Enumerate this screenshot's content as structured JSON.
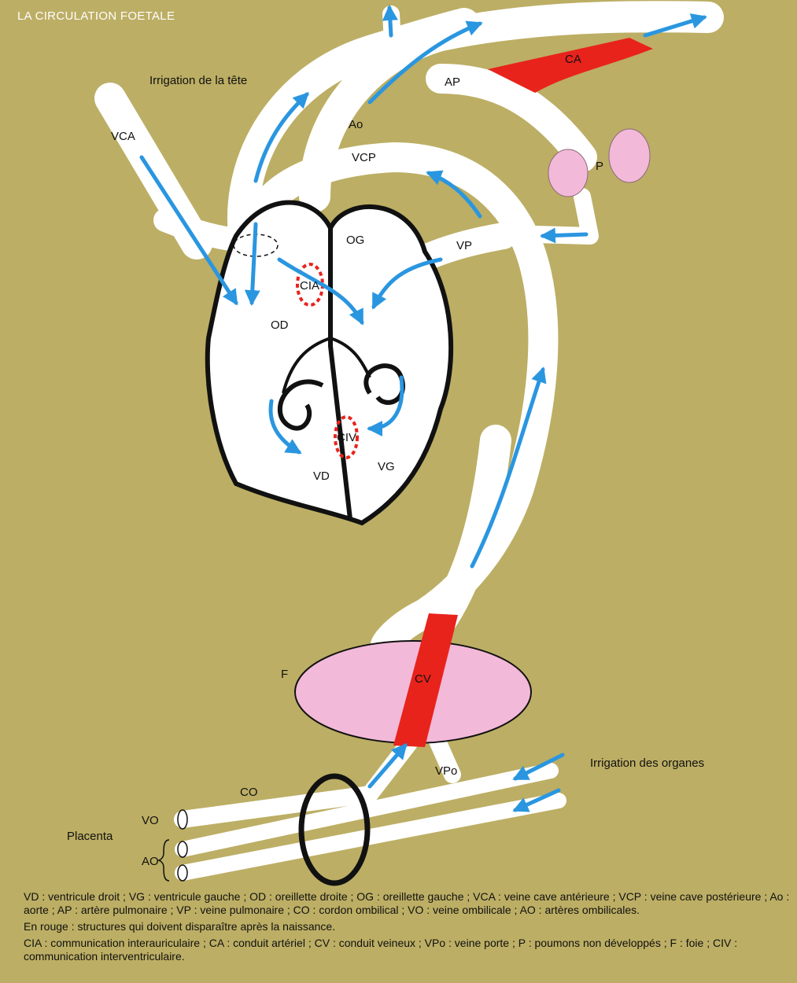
{
  "title": "LA CIRCULATION FOETALE",
  "labels": {
    "irrigation_tete": "Irrigation de la tête",
    "irrigation_organes": "Irrigation des organes",
    "vca": "VCA",
    "vcp": "VCP",
    "ao_upper": "Ao",
    "ap": "AP",
    "ca": "CA",
    "p": "P",
    "og": "OG",
    "od": "OD",
    "vp": "VP",
    "cia": "CIA",
    "civ": "CIV",
    "vd": "VD",
    "vg": "VG",
    "f": "F",
    "cv": "CV",
    "vpo": "VPo",
    "co": "CO",
    "vo": "VO",
    "placenta": "Placenta",
    "ao_lower": "AO"
  },
  "legend": {
    "line1": "VD : ventricule droit ; VG : ventricule gauche ; OD : oreillette droite ; OG : oreillette gauche ; VCA : veine cave antérieure ; VCP : veine cave postérieure ; Ao : aorte ; AP : artère pulmonaire ; VP : veine pulmonaire ; CO : cordon ombilical ; VO : veine ombilicale ; AO : artères ombilicales.",
    "line2": "En rouge : structures qui doivent disparaître après la naissance.",
    "line3": "CIA : communication interauriculaire ; CA : conduit artériel ; CV : conduit veineux ; VPo : veine porte ; P : poumons non développés ; F : foie ; CIV : communication interventriculaire."
  },
  "colors": {
    "background": "#bcae64",
    "vessel": "#ffffff",
    "flow_arrow": "#2a96e0",
    "disappearing_structure": "#e8231c",
    "organ": "#f3b9d8",
    "outline": "#000000"
  }
}
